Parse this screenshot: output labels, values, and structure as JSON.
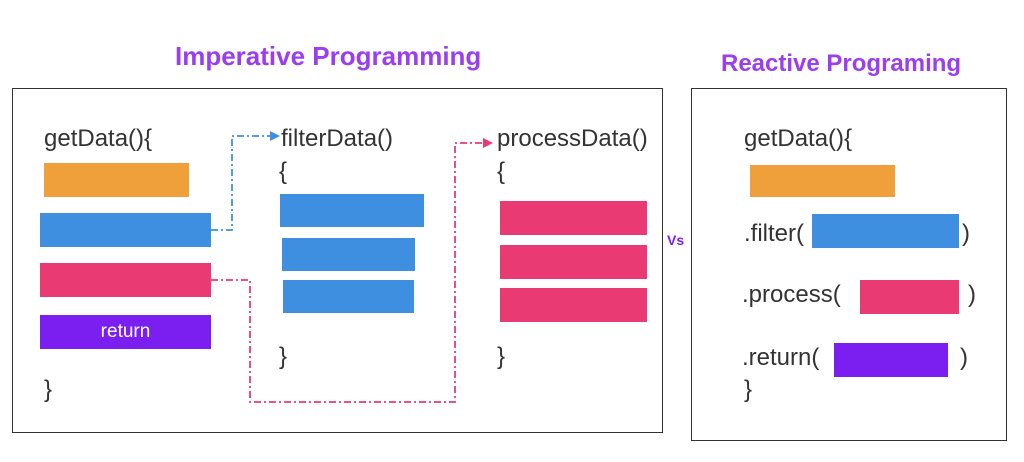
{
  "imperative": {
    "title": "Imperative Programming",
    "get_data": "getData(){",
    "return_label": "return",
    "close_brace": "}",
    "filter_data": "filterData()",
    "filter_open": "{",
    "filter_close": "}",
    "process_data": "processData()",
    "process_open": "{",
    "process_close": "}"
  },
  "vs_label": "Vs",
  "reactive": {
    "title": "Reactive Programing",
    "get_data": "getData(){",
    "filter": ".filter(",
    "filter_close": ")",
    "process": ".process(",
    "process_close": ")",
    "return": ".return(",
    "return_close": ")",
    "close_brace": "}"
  },
  "colors": {
    "title": "#9a3ef0",
    "orange": "#f0a03a",
    "blue": "#3f8fe0",
    "pink": "#e93a73",
    "purple": "#7b1ff0"
  }
}
